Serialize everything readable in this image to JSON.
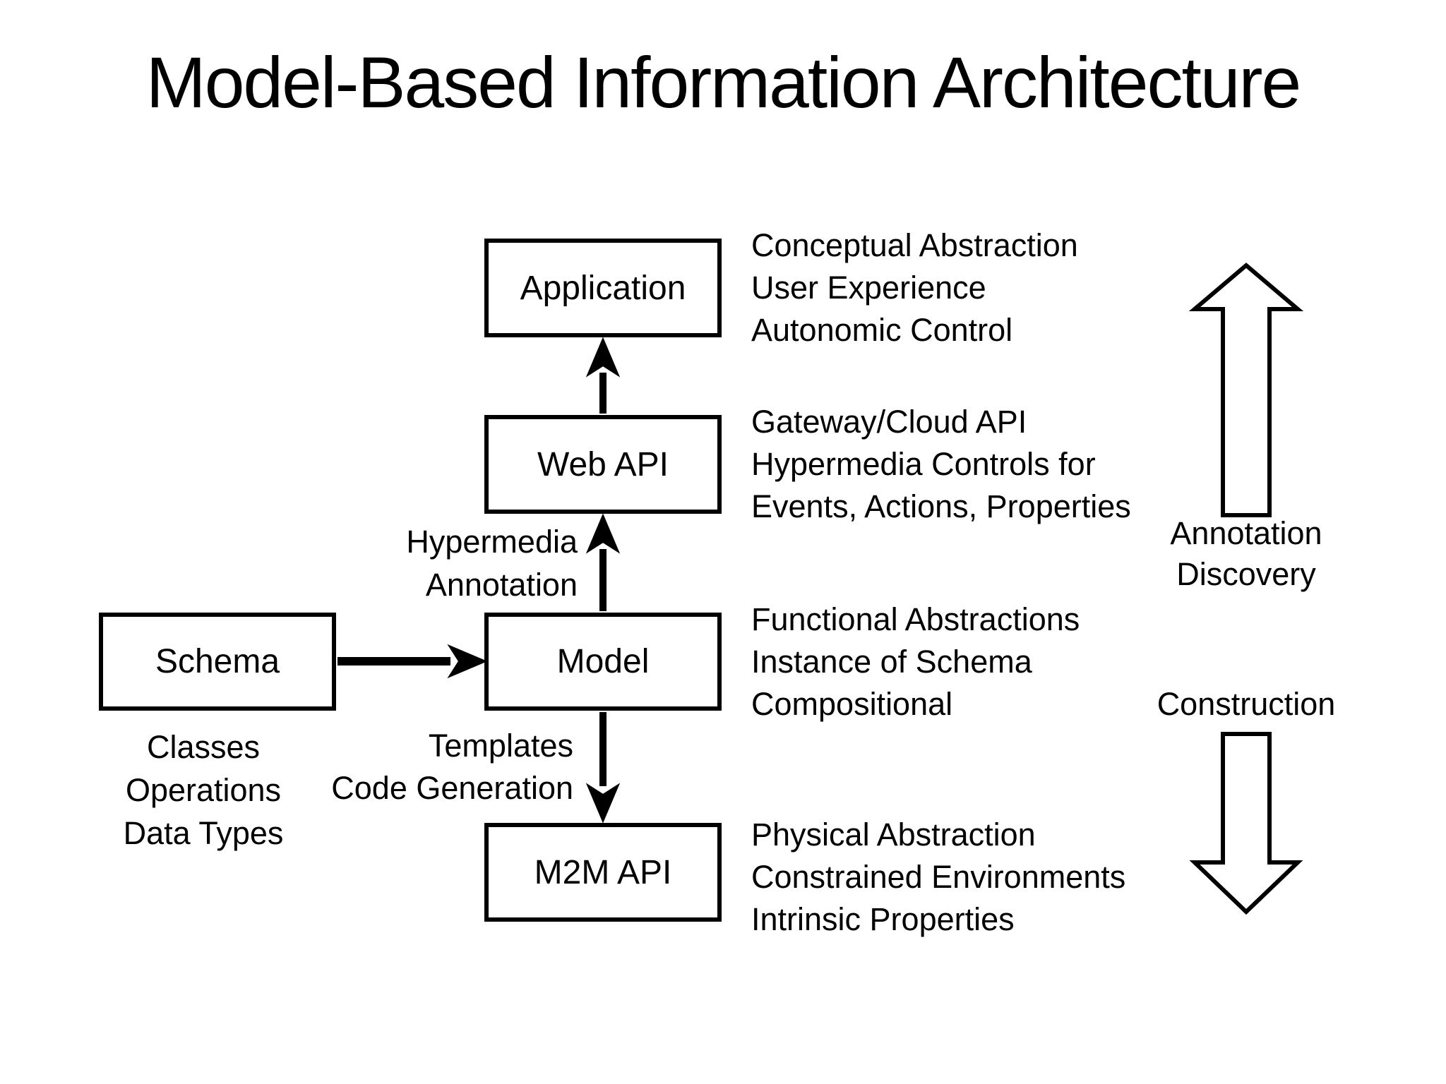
{
  "title": "Model-Based Information Architecture",
  "boxes": {
    "application": {
      "label": "Application"
    },
    "web_api": {
      "label": "Web API"
    },
    "model": {
      "label": "Model"
    },
    "m2m_api": {
      "label": "M2M API"
    },
    "schema": {
      "label": "Schema"
    }
  },
  "notes": {
    "application": [
      "Conceptual Abstraction",
      "User Experience",
      "Autonomic Control"
    ],
    "web_api": [
      "Gateway/Cloud API",
      "Hypermedia Controls for",
      "Events, Actions, Properties"
    ],
    "model": [
      "Functional Abstractions",
      "Instance of Schema",
      "Compositional"
    ],
    "m2m_api": [
      "Physical Abstraction",
      "Constrained Environments",
      "Intrinsic Properties"
    ],
    "schema": [
      "Classes",
      "Operations",
      "Data Types"
    ]
  },
  "edge_labels": {
    "model_to_web_api": [
      "Hypermedia",
      "Annotation"
    ],
    "schema_to_model": [
      "Templates",
      "Code Generation"
    ]
  },
  "side_labels": {
    "up_arrow": [
      "Annotation",
      "Discovery"
    ],
    "down_arrow": [
      "Construction"
    ]
  },
  "colors": {
    "ink": "#000000",
    "background": "#ffffff"
  }
}
